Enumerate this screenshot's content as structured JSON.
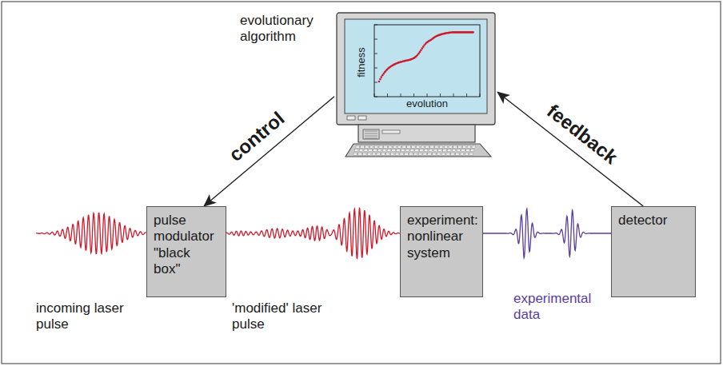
{
  "diagram": {
    "nodes": [
      {
        "text": [
          "evolutionary algorithm"
        ]
      },
      {
        "text": [
          "pulse modulator \"black box\""
        ]
      },
      {
        "text": [
          "experiment: nonlinear system"
        ]
      },
      {
        "text": [
          "detector"
        ]
      }
    ],
    "edges": [
      {
        "from": 0,
        "to": 1,
        "label": "control",
        "arrow": "to"
      },
      {
        "from": 3,
        "to": 0,
        "label": "feedback",
        "arrow": "to"
      }
    ],
    "labels": [
      "fitness",
      "evolution",
      "incoming laser pulse",
      "'modified' laser pulse",
      "experimental data"
    ]
  }
}
